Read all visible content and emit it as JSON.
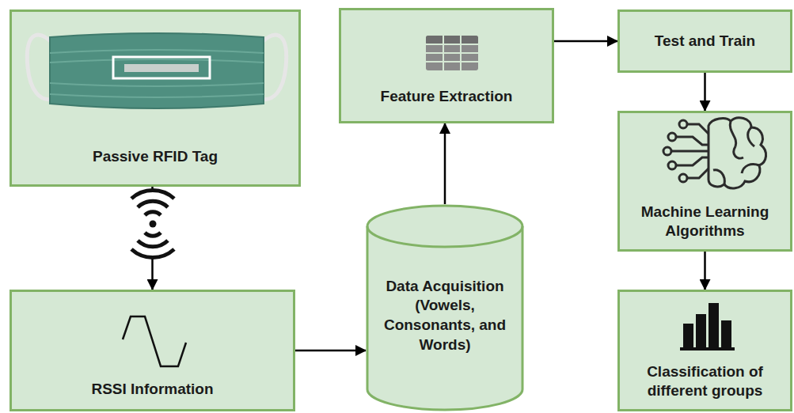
{
  "diagram": {
    "nodes": [
      {
        "text": [
          "Passive RFID Tag"
        ]
      },
      {
        "text": [
          "RSSI Information"
        ]
      },
      {
        "text": [
          "Data Acquisition (Vowels, Consonants, and Words)"
        ]
      },
      {
        "text": [
          "Feature Extraction"
        ]
      },
      {
        "text": [
          "Test and Train"
        ]
      },
      {
        "text": [
          "Machine Learning Algorithms"
        ]
      },
      {
        "text": [
          "Classification of different groups"
        ]
      }
    ],
    "edges": [
      {
        "from": 0,
        "to": 1,
        "arrow": "to"
      },
      {
        "from": 1,
        "to": 2,
        "arrow": "to"
      },
      {
        "from": 2,
        "to": 3,
        "arrow": "to"
      },
      {
        "from": 3,
        "to": 4,
        "arrow": "to"
      },
      {
        "from": 4,
        "to": 5,
        "arrow": "to"
      },
      {
        "from": 5,
        "to": 6,
        "arrow": "to"
      }
    ]
  }
}
